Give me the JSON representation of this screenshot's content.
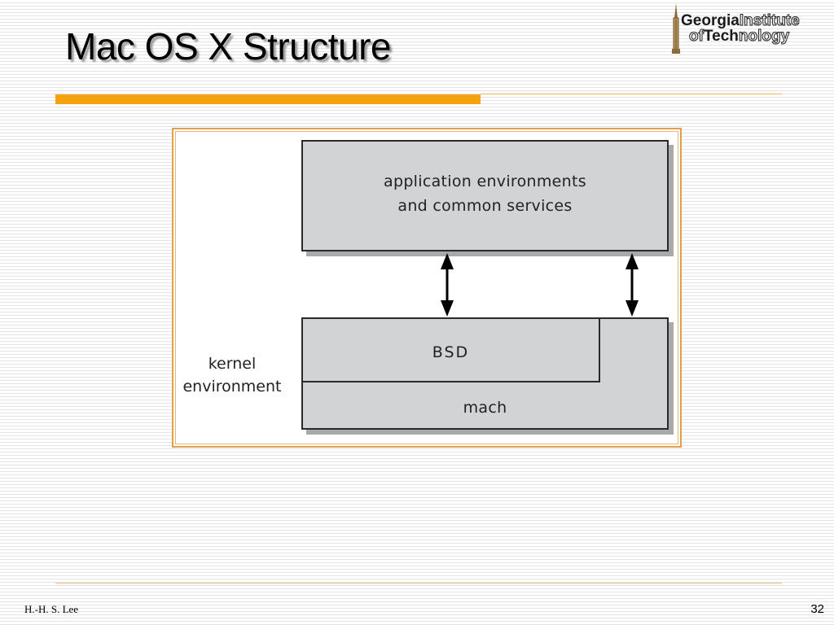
{
  "slide": {
    "title": "Mac OS X Structure",
    "footer_author": "H.-H. S. Lee",
    "page_number": "32"
  },
  "logo": {
    "word1": "Georgia",
    "word2": "Institute",
    "word3": "of",
    "word4": "Tech",
    "word5": "nology"
  },
  "diagram": {
    "app_line1": "application environments",
    "app_line2": "and common services",
    "bsd_label": "BSD",
    "mach_label": "mach",
    "kernel_line1": "kernel",
    "kernel_line2": "environment"
  },
  "colors": {
    "accent_orange": "#f5a20f",
    "box_fill": "#d2d3d5",
    "box_border": "#2a2a2a"
  }
}
